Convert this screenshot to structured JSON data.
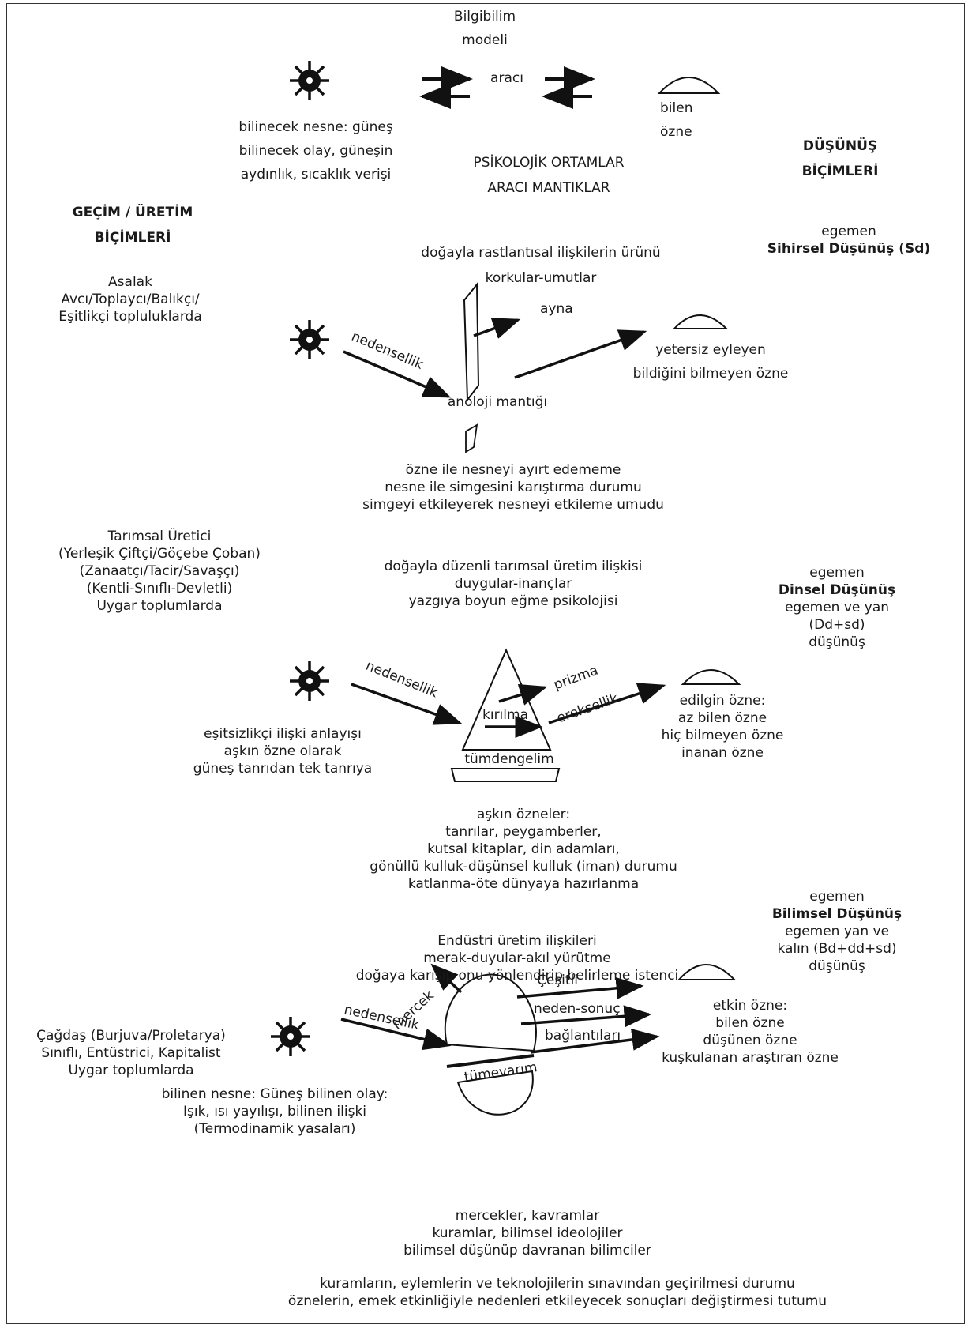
{
  "top": {
    "model_title_1": "Bilgibilim",
    "model_title_2": "modeli",
    "mediator": "aracı",
    "knower_1": "bilen",
    "knower_2": "özne",
    "object_lines": [
      "bilinecek nesne: güneş",
      "bilinecek olay, güneşin",
      "aydınlık, sıcaklık verişi"
    ],
    "center_lines": [
      "PSİKOLOJİK ORTAMLAR",
      "ARACI MANTIKLAR"
    ]
  },
  "headers": {
    "left_1": "GEÇİM / ÜRETİM",
    "left_2": "BİÇİMLERİ",
    "right_1": "DÜŞÜNÜŞ",
    "right_2": "BİÇİMLERİ"
  },
  "magic": {
    "right_pre": "egemen",
    "right_bold": "Sihirsel Düşünüş (Sd)",
    "left_lines": [
      "Asalak",
      "Avcı/Toplaycı/Balıkçı/",
      "Eşitlikçi topluluklarda"
    ],
    "top_lines": [
      "doğayla rastlantısal ilişkilerin ürünü",
      "korkular-umutlar"
    ],
    "arrow_label": "nedensellik",
    "mirror_label": "ayna",
    "logic_label": "anoloji mantığı",
    "subject_lines": [
      "yetersiz eyleyen",
      "bildiğini bilmeyen özne"
    ],
    "bottom_lines": [
      "özne ile nesneyi ayırt edememe",
      "nesne ile simgesini karıştırma durumu",
      "simgeyi etkileyerek nesneyi etkileme umudu"
    ]
  },
  "religion": {
    "left_lines": [
      "Tarımsal Üretici",
      "(Yerleşik Çiftçi/Göçebe Çoban)",
      "(Zanaatçı/Tacir/Savaşçı)",
      "(Kentli-Sınıflı-Devletli)",
      "Uygar toplumlarda"
    ],
    "top_lines": [
      "doğayla düzenli tarımsal üretim ilişkisi",
      "duygular-inançlar",
      "yazgıya boyun eğme psikolojisi"
    ],
    "right_pre": "egemen",
    "right_bold": "Dinsel Düşünüş",
    "right_lines": [
      "egemen ve yan",
      "(Dd+sd)",
      "düşünüş"
    ],
    "arrow_label": "nedensellik",
    "prism_label": "prizma",
    "refraction_label": "kırılma",
    "masculine_label": "ereksellik",
    "deduction_label": "tümdengelim",
    "subject_lines": [
      "edilgin özne:",
      "az bilen özne",
      "hiç bilmeyen özne",
      "inanan özne"
    ],
    "left_bottom_lines": [
      "eşitsizlikçi ilişki anlayışı",
      "aşkın özne olarak",
      "güneş tanrıdan tek tanrıya"
    ],
    "bottom_lines": [
      "aşkın özneler:",
      "tanrılar, peygamberler,",
      "kutsal kitaplar, din adamları,",
      "gönüllü kulluk-düşünsel kulluk (iman) durumu",
      "katlanma-öte dünyaya hazırlanma"
    ]
  },
  "science": {
    "right_pre": "egemen",
    "right_bold": "Bilimsel Düşünüş",
    "right_lines": [
      "egemen yan ve",
      "kalın (Bd+dd+sd)",
      "düşünüş"
    ],
    "top_lines": [
      "Endüstri üretim ilişkileri",
      "merak-duyular-akıl yürütme",
      "doğaya karışıp onu yönlendirip belirleme istenci"
    ],
    "left_lines": [
      "Çağdaş (Burjuva/Proletarya)",
      "Sınıflı, Entüstrici, Kapitalist",
      "Uygar toplumlarda"
    ],
    "lens_label": "mercek",
    "arrow_label": "nedensellik",
    "out_labels": [
      "Çeşitli",
      "neden-sonuç",
      "bağlantıları"
    ],
    "induction_label": "tümevarım",
    "subject_lines": [
      "etkin özne:",
      "bilen özne",
      "düşünen özne",
      "kuşkulanan araştıran özne"
    ],
    "left_bottom_lines": [
      "bilinen nesne: Güneş bilinen olay:",
      "Işık, ısı yayılışı, bilinen ilişki",
      "(Termodinamik yasaları)"
    ],
    "bottom_lines": [
      "mercekler, kavramlar",
      "kuramlar, bilimsel ideolojiler",
      "bilimsel düşünüp davranan bilimciler"
    ],
    "footer_lines": [
      "kuramların, eylemlerin ve teknolojilerin sınavından geçirilmesi durumu",
      "öznelerin, emek etkinliğiyle nedenleri etkileyecek sonuçları değiştirmesi tutumu"
    ]
  },
  "icons": [
    "sun-icon",
    "knower-dome-icon",
    "mirror-icon",
    "prism-icon",
    "lens-icon"
  ]
}
